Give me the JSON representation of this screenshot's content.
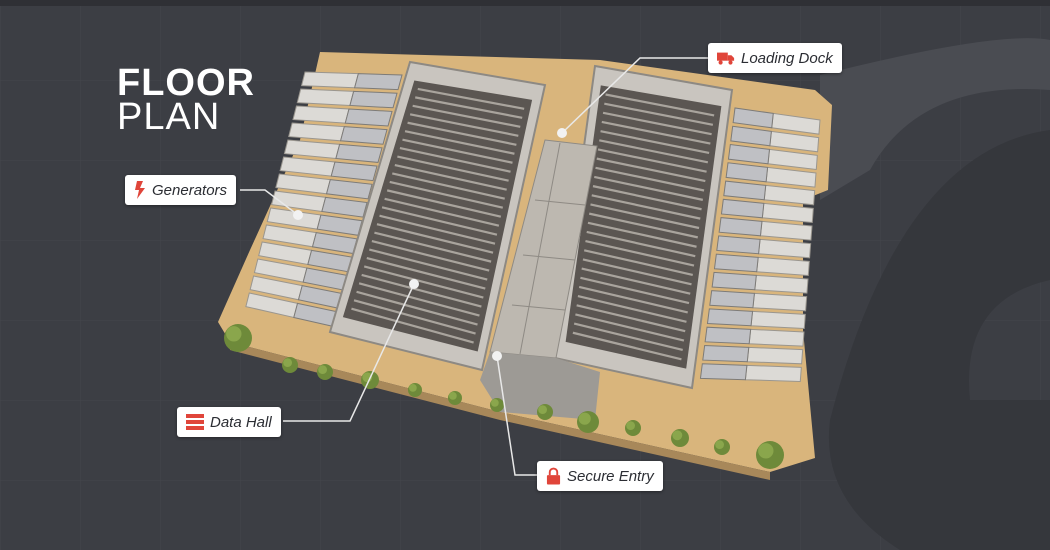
{
  "title": {
    "line1": "FLOOR",
    "line2": "PLAN"
  },
  "callouts": [
    {
      "id": "loading-dock",
      "label": "Loading Dock",
      "icon": "truck-icon"
    },
    {
      "id": "generators",
      "label": "Generators",
      "icon": "lightning-icon"
    },
    {
      "id": "data-hall",
      "label": "Data Hall",
      "icon": "server-rack-icon"
    },
    {
      "id": "secure-entry",
      "label": "Secure Entry",
      "icon": "lock-icon"
    }
  ],
  "colors": {
    "background": "#3c3e44",
    "pad": "#d9b57c",
    "accent": "#e0453a",
    "label_bg": "#ffffff"
  }
}
